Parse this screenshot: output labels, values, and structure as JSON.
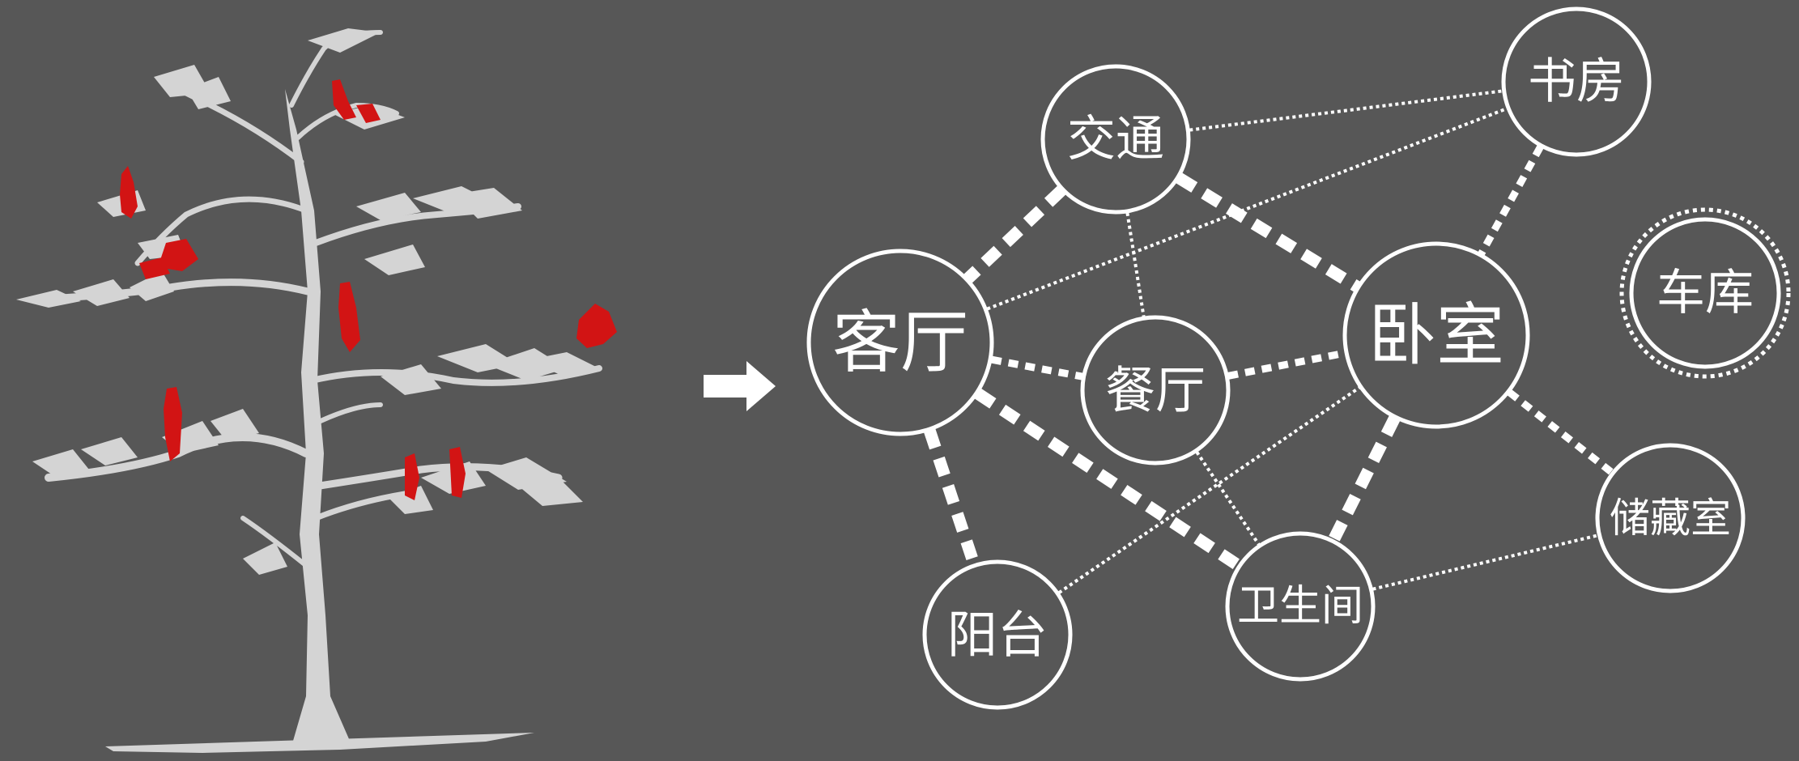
{
  "colors": {
    "background": "#575757",
    "stroke": "#ffffff",
    "tree": "#d4d4d4",
    "figures": "#d21414"
  },
  "icons": {
    "tree": "tree-illustration-icon",
    "arrow": "right-arrow-icon"
  },
  "nodes": [
    {
      "id": "living",
      "label": "客厅"
    },
    {
      "id": "traffic",
      "label": "交通"
    },
    {
      "id": "study",
      "label": "书房"
    },
    {
      "id": "bedroom",
      "label": "卧室"
    },
    {
      "id": "dining",
      "label": "餐厅"
    },
    {
      "id": "garage",
      "label": "车库"
    },
    {
      "id": "storage",
      "label": "储藏室"
    },
    {
      "id": "bathroom",
      "label": "卫生间"
    },
    {
      "id": "balcony",
      "label": "阳台"
    }
  ],
  "edges": [
    {
      "from": "traffic",
      "to": "living",
      "style": "strong"
    },
    {
      "from": "traffic",
      "to": "bedroom",
      "style": "strong"
    },
    {
      "from": "living",
      "to": "balcony",
      "style": "strong"
    },
    {
      "from": "living",
      "to": "bathroom",
      "style": "strong"
    },
    {
      "from": "bedroom",
      "to": "bathroom",
      "style": "strong"
    },
    {
      "from": "study",
      "to": "bedroom",
      "style": "medium"
    },
    {
      "from": "living",
      "to": "dining",
      "style": "medium"
    },
    {
      "from": "dining",
      "to": "bedroom",
      "style": "medium"
    },
    {
      "from": "bedroom",
      "to": "storage",
      "style": "medium"
    },
    {
      "from": "traffic",
      "to": "study",
      "style": "weak"
    },
    {
      "from": "living",
      "to": "study",
      "style": "weak"
    },
    {
      "from": "traffic",
      "to": "dining",
      "style": "weak"
    },
    {
      "from": "dining",
      "to": "bathroom",
      "style": "weak"
    },
    {
      "from": "balcony",
      "to": "bedroom",
      "style": "weak"
    },
    {
      "from": "bathroom",
      "to": "storage",
      "style": "weak"
    }
  ]
}
